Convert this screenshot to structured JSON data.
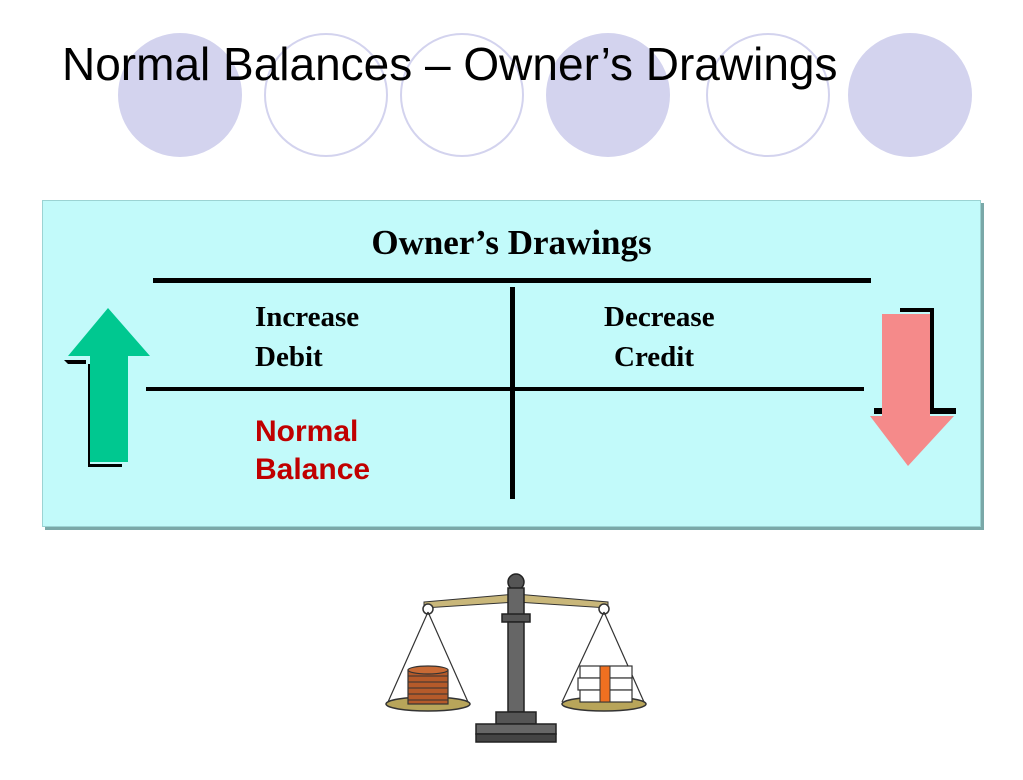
{
  "slide": {
    "title": "Normal Balances – Owner’s Drawings"
  },
  "t_account": {
    "title": "Owner’s Drawings",
    "left": {
      "line1": "Increase",
      "line2": "Debit"
    },
    "right": {
      "line1": "Decrease",
      "line2": "Credit"
    },
    "normal_balance": {
      "line1": "Normal",
      "line2": "Balance"
    }
  },
  "icons": {
    "increase": "up-arrow-icon",
    "decrease": "down-arrow-icon",
    "scale": "balance-scale-icon"
  },
  "colors": {
    "panel_background": "#c2fafa",
    "decorative_circle": "#d3d3ee",
    "normal_balance_text": "#c00000",
    "up_arrow": "#00c890",
    "down_arrow": "#f58a8a"
  }
}
